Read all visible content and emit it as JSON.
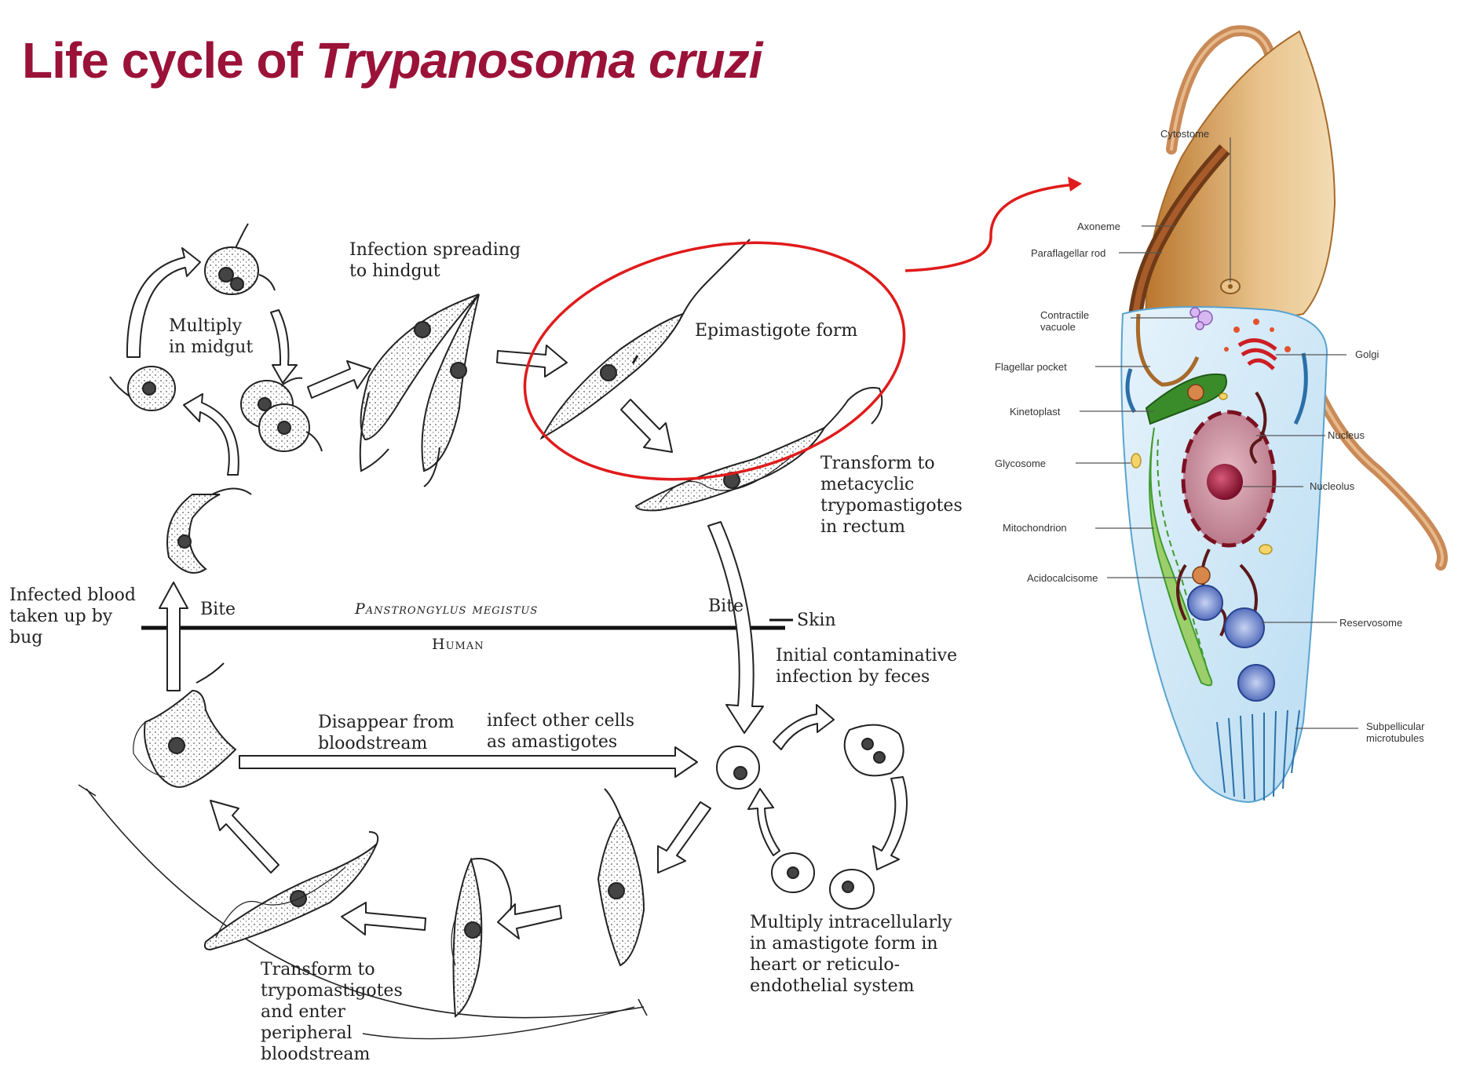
{
  "title": {
    "main": "Life cycle of ",
    "species": "Trypanosoma cruzi"
  },
  "lifecycle": {
    "infection_spreading": "Infection spreading\nto hindgut",
    "multiply_midgut": "Multiply\nin midgut",
    "epimastigote": "Epimastigote form",
    "transform_metacyclic": "Transform to\nmetacyclic\ntrypomastigotes\nin rectum",
    "infected_blood": "Infected blood\ntaken up by\nbug",
    "bite_left": "Bite",
    "bite_right": "Bite",
    "bug_name": "Panstrongylus megistus",
    "human": "Human",
    "skin": "Skin",
    "initial_infection": "Initial contaminative\ninfection by feces",
    "disappear": "Disappear from\nbloodstream",
    "infect_other": "infect other cells\nas amastigotes",
    "multiply_intracellular": "Multiply intracellularly\nin amastigote form in\nheart or reticulo-\nendothelial system",
    "transform_trypo": "Transform to\ntrypomastigotes\nand enter\nperipheral\nbloodstream"
  },
  "anatomy": {
    "cytostome": "Cytostome",
    "axoneme": "Axoneme",
    "paraflagellar_rod": "Paraflagellar rod",
    "contractile_vacuole": "Contractile\nvacuole",
    "flagellar_pocket": "Flagellar pocket",
    "kinetoplast": "Kinetoplast",
    "glycosome": "Glycosome",
    "mitochondrion": "Mitochondrion",
    "acidocalcisome": "Acidocalcisome",
    "golgi": "Golgi",
    "nucleus": "Nucleus",
    "nucleolus": "Nucleolus",
    "reservosome": "Reservosome",
    "subpellicular": "Subpellicular\nmicrotubules"
  },
  "colors": {
    "title": "#9b1239",
    "highlight": "#e01b1b",
    "cell_fill": "#d8ecf8",
    "flagellum": "#c98a58",
    "nucleus": "#b45f78",
    "mitochondrion": "#3f9b2e"
  }
}
